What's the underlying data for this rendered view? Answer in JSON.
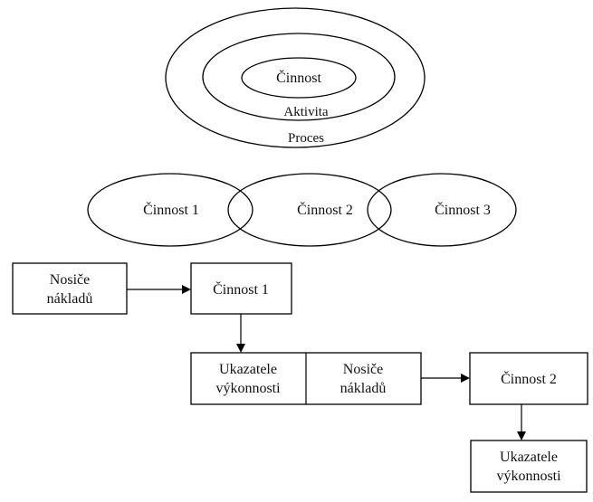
{
  "nested_levels": {
    "inner": "Činnost",
    "middle": "Aktivita",
    "outer": "Proces"
  },
  "activities": [
    "Činnost 1",
    "Činnost 2",
    "Činnost 3"
  ],
  "flow": {
    "cost_carriers_1": [
      "Nosiče",
      "nákladů"
    ],
    "activity_1": "Činnost 1",
    "performance_indicators_1": [
      "Ukazatele",
      "výkonnosti"
    ],
    "cost_carriers_2": [
      "Nosiče",
      "nákladů"
    ],
    "activity_2": "Činnost 2",
    "performance_indicators_2": [
      "Ukazatele",
      "výkonnosti"
    ]
  },
  "colors": {
    "stroke": "#000000",
    "background": "#ffffff"
  }
}
